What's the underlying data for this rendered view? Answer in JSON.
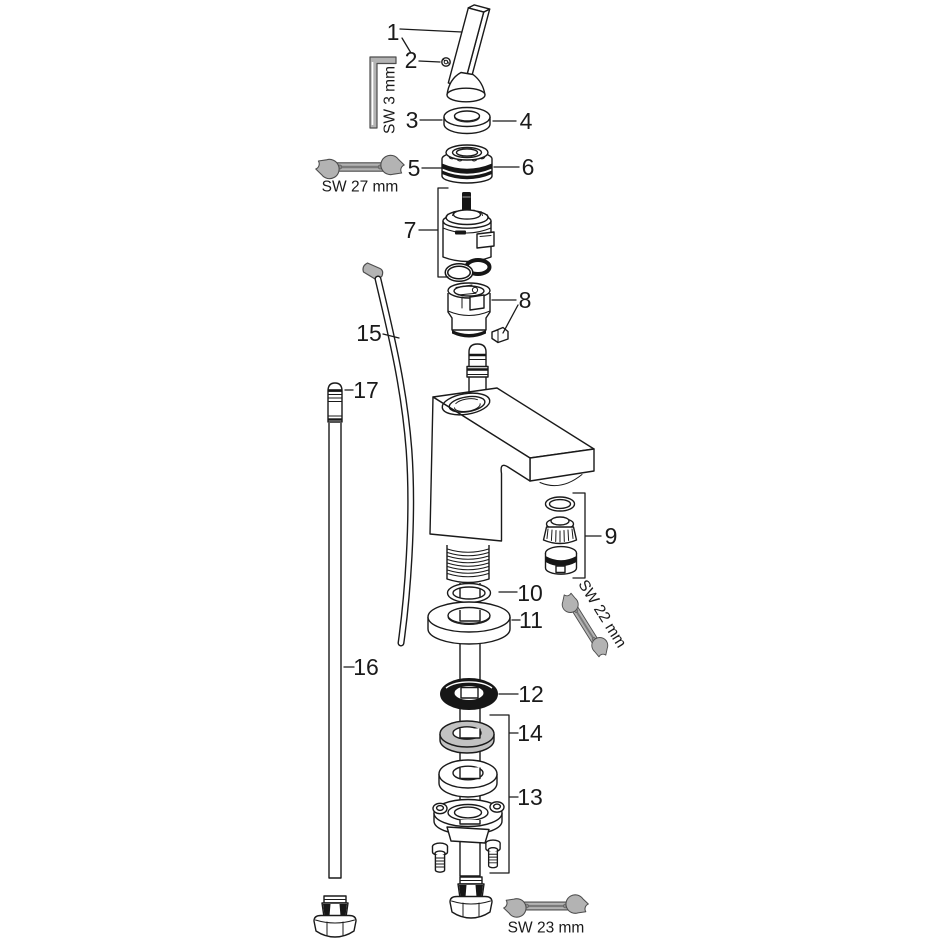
{
  "part_labels": [
    "1",
    "2",
    "3",
    "4",
    "5",
    "6",
    "7",
    "8",
    "9",
    "10",
    "11",
    "12",
    "13",
    "14",
    "15",
    "16",
    "17"
  ],
  "tool_labels": {
    "allen_key": "SW 3 mm",
    "wrench_top": "SW 27 mm",
    "wrench_mid": "SW 22 mm",
    "wrench_bottom": "SW 23 mm"
  },
  "colors": {
    "line": "#1a1a1a",
    "tool_fill": "#b3b3b3",
    "washer_gray": "#c2c2c2",
    "background": "#ffffff"
  }
}
